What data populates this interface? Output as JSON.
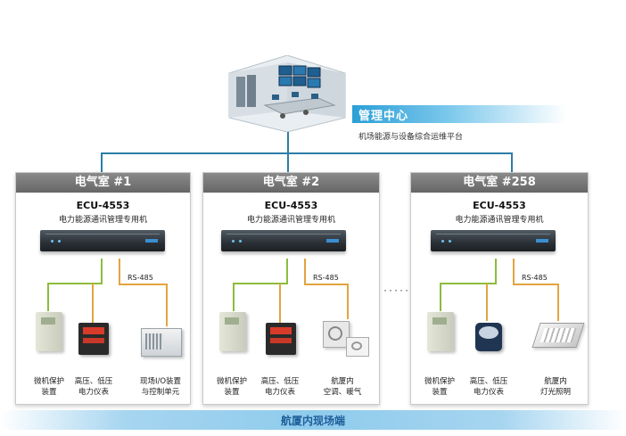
{
  "management": {
    "title": "管理中心",
    "subtitle": "机场能源与设备综合运维平台"
  },
  "rooms": [
    {
      "title": "电气室 #1",
      "ecu_model": "ECU-4553",
      "ecu_desc": "电力能源通讯管理专用机",
      "rs485": "RS-485",
      "devices": [
        {
          "icon": "relay-protection-icon",
          "label1": "微机保护",
          "label2": "装置"
        },
        {
          "icon": "power-meter-icon",
          "label1": "高压、低压",
          "label2": "电力仪表"
        },
        {
          "icon": "io-cabinet-icon",
          "label1": "现场I/O装置",
          "label2": "与控制单元"
        }
      ]
    },
    {
      "title": "电气室 #2",
      "ecu_model": "ECU-4553",
      "ecu_desc": "电力能源通讯管理专用机",
      "rs485": "RS-485",
      "devices": [
        {
          "icon": "relay-protection-icon",
          "label1": "微机保护",
          "label2": "装置"
        },
        {
          "icon": "power-meter-icon",
          "label1": "高压、低压",
          "label2": "电力仪表"
        },
        {
          "icon": "hvac-icon",
          "label1": "航厦内",
          "label2": "空调、暖气"
        }
      ]
    },
    {
      "title": "电气室 #258",
      "ecu_model": "ECU-4553",
      "ecu_desc": "电力能源通讯管理专用机",
      "rs485": "RS-485",
      "devices": [
        {
          "icon": "relay-protection-icon",
          "label1": "微机保护",
          "label2": "装置"
        },
        {
          "icon": "energy-meter-icon",
          "label1": "高压、低压",
          "label2": "电力仪表"
        },
        {
          "icon": "ceiling-light-icon",
          "label1": "航厦内",
          "label2": "灯光照明"
        }
      ]
    }
  ],
  "ellipsis": "·······",
  "footer": {
    "title": "航厦内现场端"
  },
  "colors": {
    "bus_line": "#2c7ea8",
    "ethernet_wire": "#8cbc3d",
    "rs485_wire": "#e3a440",
    "header_bar": "#2a9fd6"
  }
}
